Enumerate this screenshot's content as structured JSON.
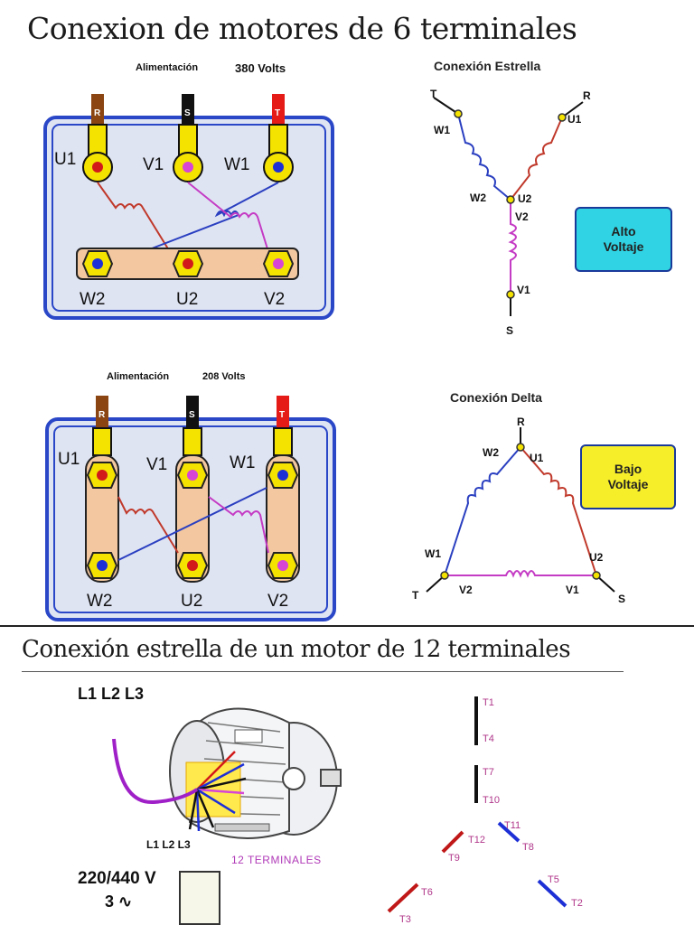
{
  "section1": {
    "title": "Conexion de motores de 6 terminales",
    "top": {
      "supply_label": "Alimentación",
      "supply_value": "380 Volts",
      "phases": [
        "R",
        "S",
        "T"
      ],
      "top_terminals": [
        "U1",
        "V1",
        "W1"
      ],
      "bottom_terminals": [
        "W2",
        "U2",
        "V2"
      ]
    },
    "bottom": {
      "supply_label": "Alimentación",
      "supply_value": "208 Volts",
      "phases": [
        "R",
        "S",
        "T"
      ],
      "top_terminals": [
        "U1",
        "V1",
        "W1"
      ],
      "bottom_terminals": [
        "W2",
        "U2",
        "V2"
      ]
    },
    "star": {
      "title": "Conexión Estrella",
      "labels": {
        "t": "T",
        "r": "R",
        "w1": "W1",
        "u1": "U1",
        "w2": "W2",
        "u2": "U2",
        "v2": "V2",
        "v1": "V1",
        "s": "S"
      },
      "badge": "Alto Voltaje",
      "badge_color": "#2fd3e3"
    },
    "delta": {
      "title": "Conexión Delta",
      "labels": {
        "r": "R",
        "w2": "W2",
        "u1": "U1",
        "w1": "W1",
        "u2": "U2",
        "t": "T",
        "v2": "V2",
        "v1": "V1",
        "s": "S"
      },
      "badge": "Bajo Voltaje",
      "badge_color": "#f7ee2a"
    }
  },
  "section2": {
    "title": "Conexión estrella de un motor de 12 terminales",
    "lines_top": "L1 L2 L3",
    "lines_bottom": "L1 L2 L3",
    "terminals_label": "12 TERMINALES",
    "voltage": "220/440 V",
    "phase": "3 ∿",
    "terminals": [
      "T1",
      "T4",
      "T7",
      "T10",
      "T11",
      "T12",
      "T8",
      "T9",
      "T6",
      "T5",
      "T3",
      "T2"
    ]
  }
}
